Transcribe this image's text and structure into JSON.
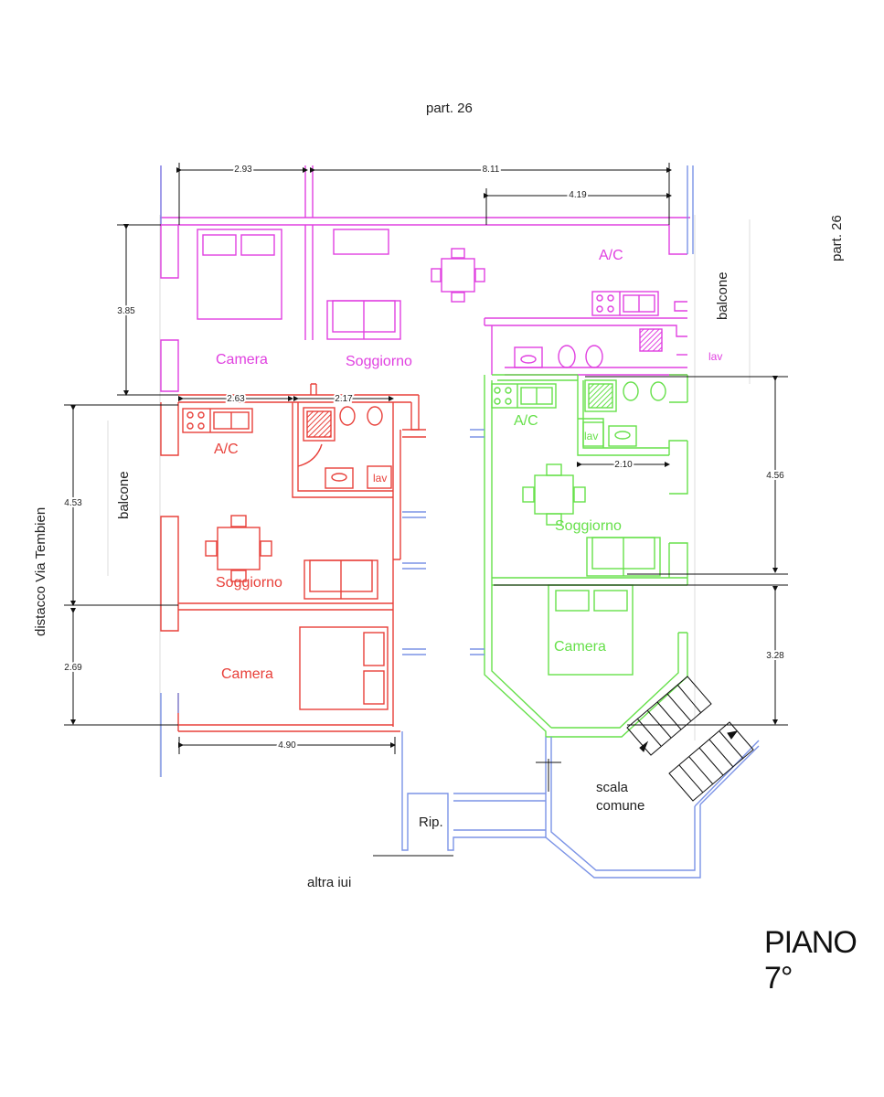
{
  "plan_title": "PIANO 7°",
  "neighbors": {
    "top": "part. 26",
    "right": "part. 26",
    "bottom": "altra iui",
    "left": "distacco Via Tembien"
  },
  "common": {
    "stair": "scala\ncomune",
    "storage": "Rip."
  },
  "dimensions": {
    "top_left_width": "2.93",
    "top_total_width": "8.11",
    "top_kitchen_width": "4.19",
    "magenta_depth": "3.85",
    "red_kitchen_width": "2.63",
    "red_bath_width": "2.17",
    "red_living_depth": "4.53",
    "red_bedroom_depth": "2.69",
    "red_total_width": "4.90",
    "green_bath_width": "2.10",
    "green_living_depth": "4.56",
    "green_bedroom_depth": "3.28"
  },
  "units": [
    {
      "id": "magenta",
      "color": "#e040e0",
      "rooms": {
        "bedroom": "Camera",
        "living": "Soggiorno",
        "kitchen": "A/C",
        "bath": "lav",
        "balcony": "balcone"
      }
    },
    {
      "id": "red",
      "color": "#e8403a",
      "rooms": {
        "bedroom": "Camera",
        "living": "Soggiorno",
        "kitchen": "A/C",
        "bath": "lav",
        "balcony": "balcone"
      }
    },
    {
      "id": "green",
      "color": "#66e04a",
      "rooms": {
        "bedroom": "Camera",
        "living": "Soggiorno",
        "kitchen": "A/C",
        "bath": "lav"
      }
    }
  ],
  "colors": {
    "common_walls": "#7b93e6",
    "dimension_lines": "#111111"
  }
}
